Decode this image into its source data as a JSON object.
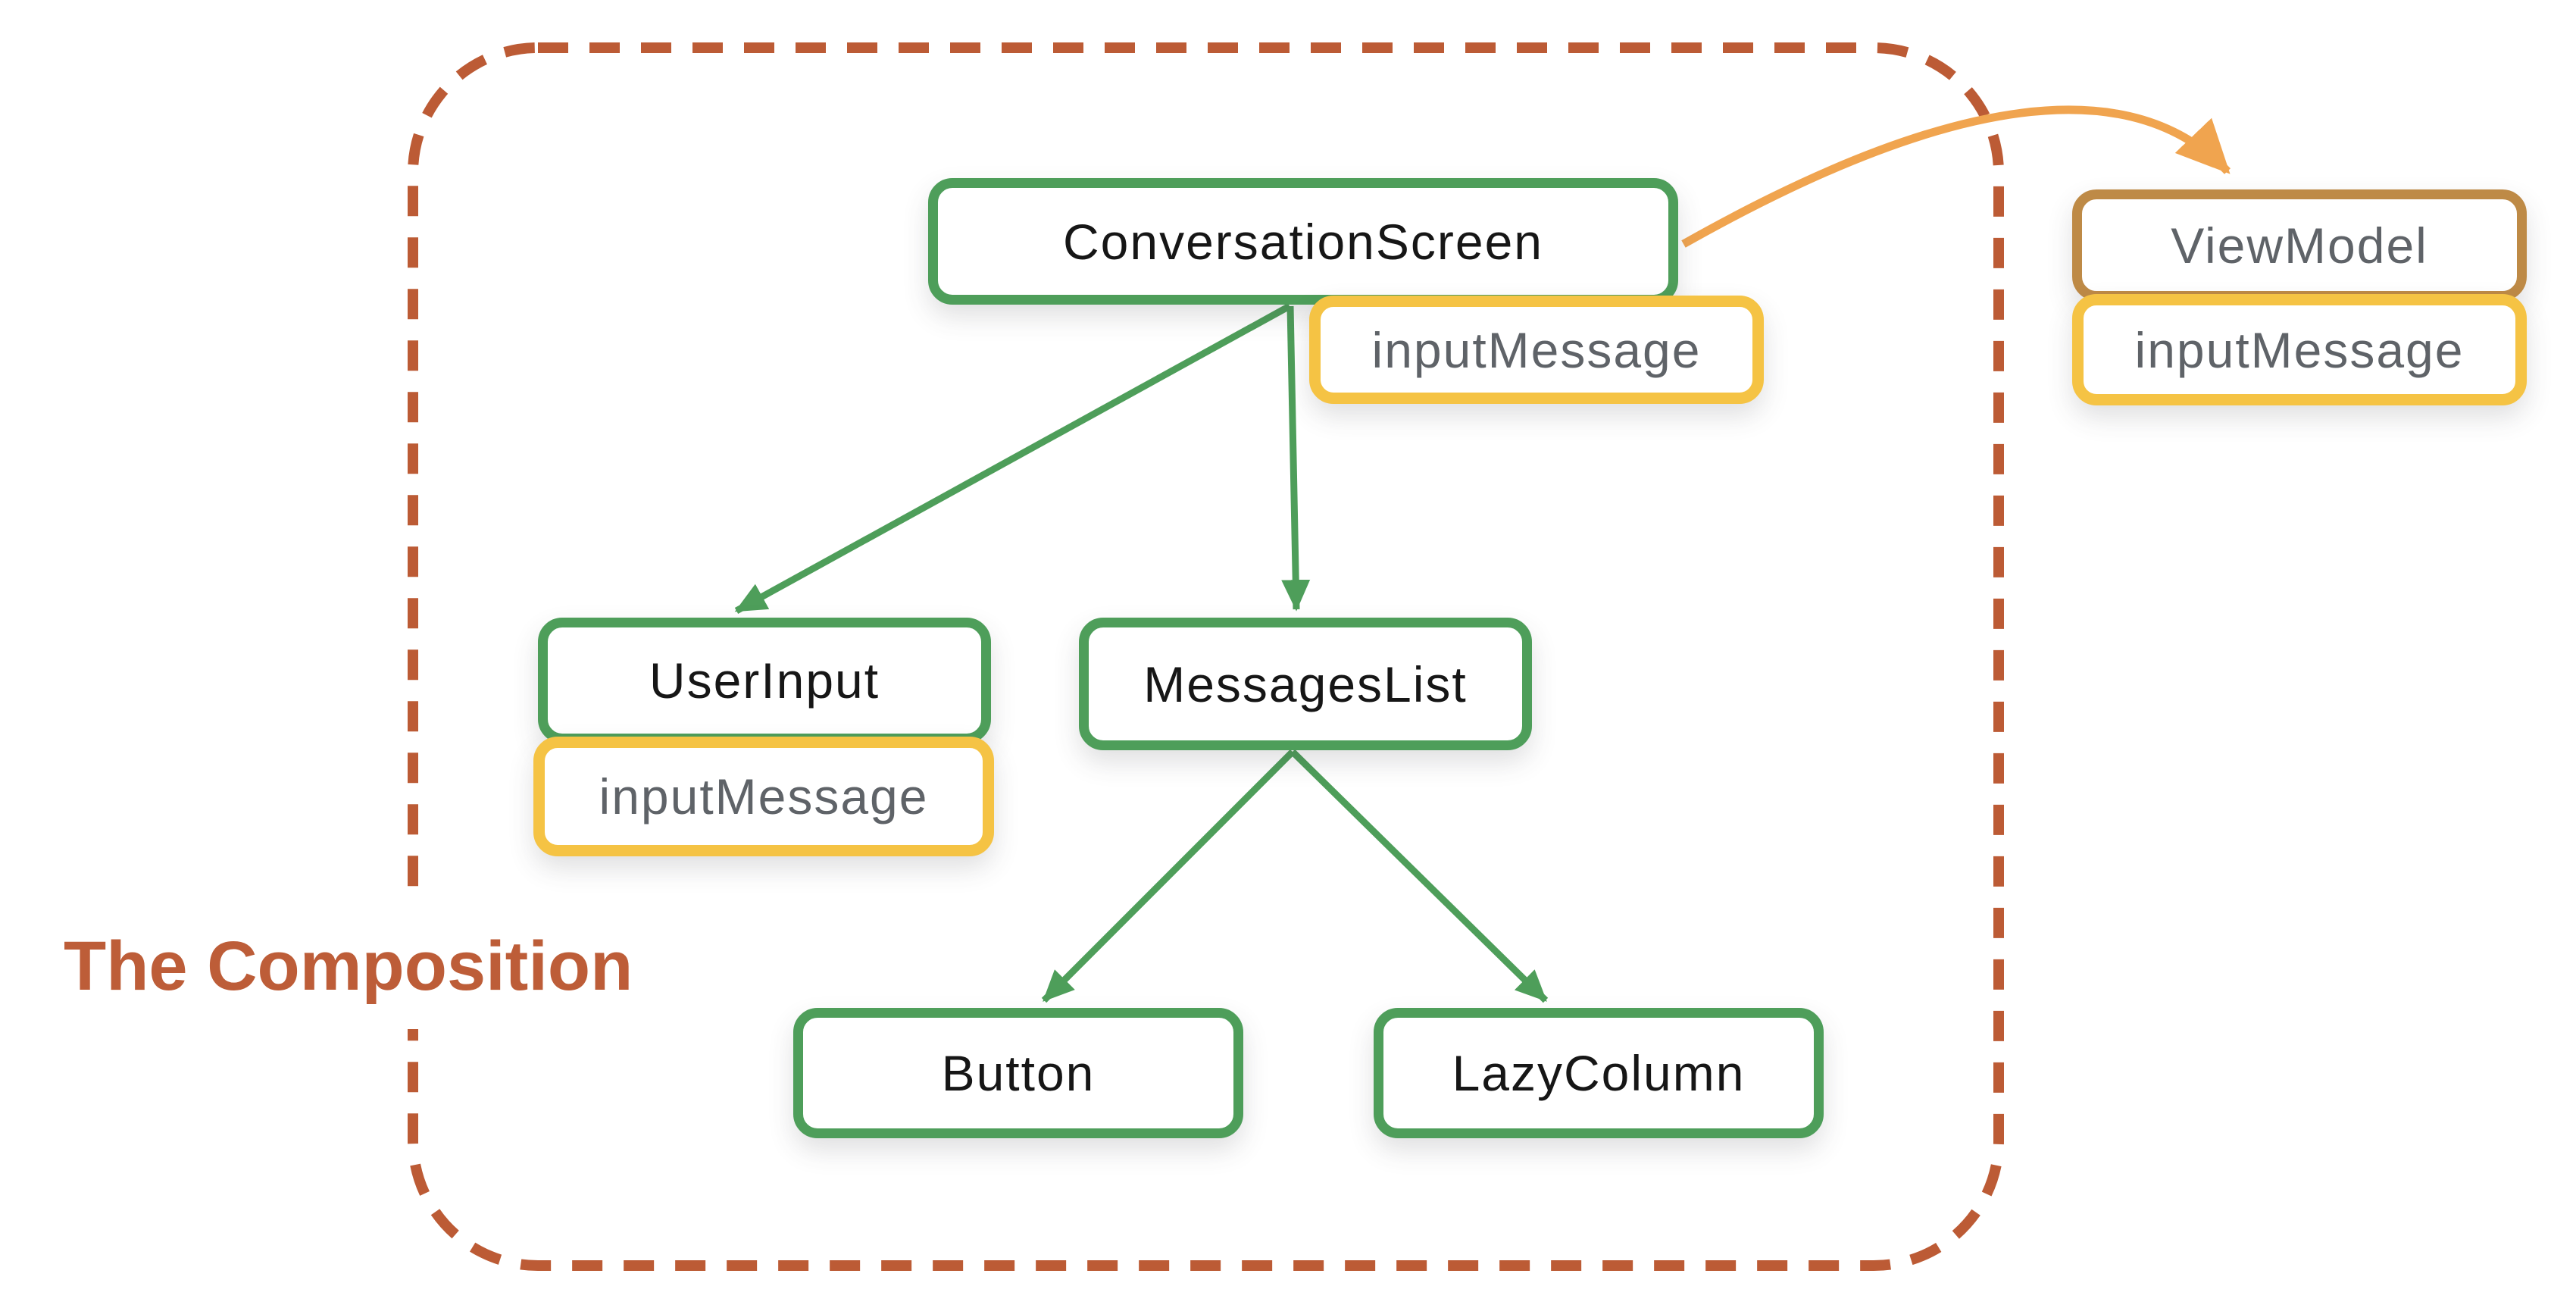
{
  "diagram": {
    "region_label": "The Composition",
    "nodes": {
      "conversation_screen": {
        "label": "ConversationScreen",
        "type": "composable"
      },
      "cs_state": {
        "label": "inputMessage",
        "type": "state"
      },
      "view_model": {
        "label": "ViewModel",
        "type": "viewmodel"
      },
      "vm_state": {
        "label": "inputMessage",
        "type": "state"
      },
      "user_input": {
        "label": "UserInput",
        "type": "composable"
      },
      "ui_state": {
        "label": "inputMessage",
        "type": "state"
      },
      "messages_list": {
        "label": "MessagesList",
        "type": "composable"
      },
      "button": {
        "label": "Button",
        "type": "composable"
      },
      "lazy_column": {
        "label": "LazyColumn",
        "type": "composable"
      }
    },
    "edges": [
      {
        "from": "ConversationScreen",
        "to": "UserInput",
        "color": "#4e9e5a",
        "style": "straight-arrow"
      },
      {
        "from": "ConversationScreen",
        "to": "MessagesList",
        "color": "#4e9e5a",
        "style": "straight-arrow"
      },
      {
        "from": "MessagesList",
        "to": "Button",
        "color": "#4e9e5a",
        "style": "straight-arrow"
      },
      {
        "from": "MessagesList",
        "to": "LazyColumn",
        "color": "#4e9e5a",
        "style": "straight-arrow"
      },
      {
        "from": "ConversationScreen",
        "to": "ViewModel",
        "color": "#f0a44f",
        "style": "curved-arrow"
      }
    ],
    "colors": {
      "composable_border_green": "#4e9e5a",
      "state_border_yellow": "#f5c344",
      "viewmodel_border_brown": "#be8a46",
      "viewmodel_arrow_orange": "#f0a44f",
      "boundary_rust": "#bc5b35",
      "title_rust": "#bd5d38",
      "state_text_gray": "#5f6368",
      "composable_text_dark": "#161616"
    }
  }
}
